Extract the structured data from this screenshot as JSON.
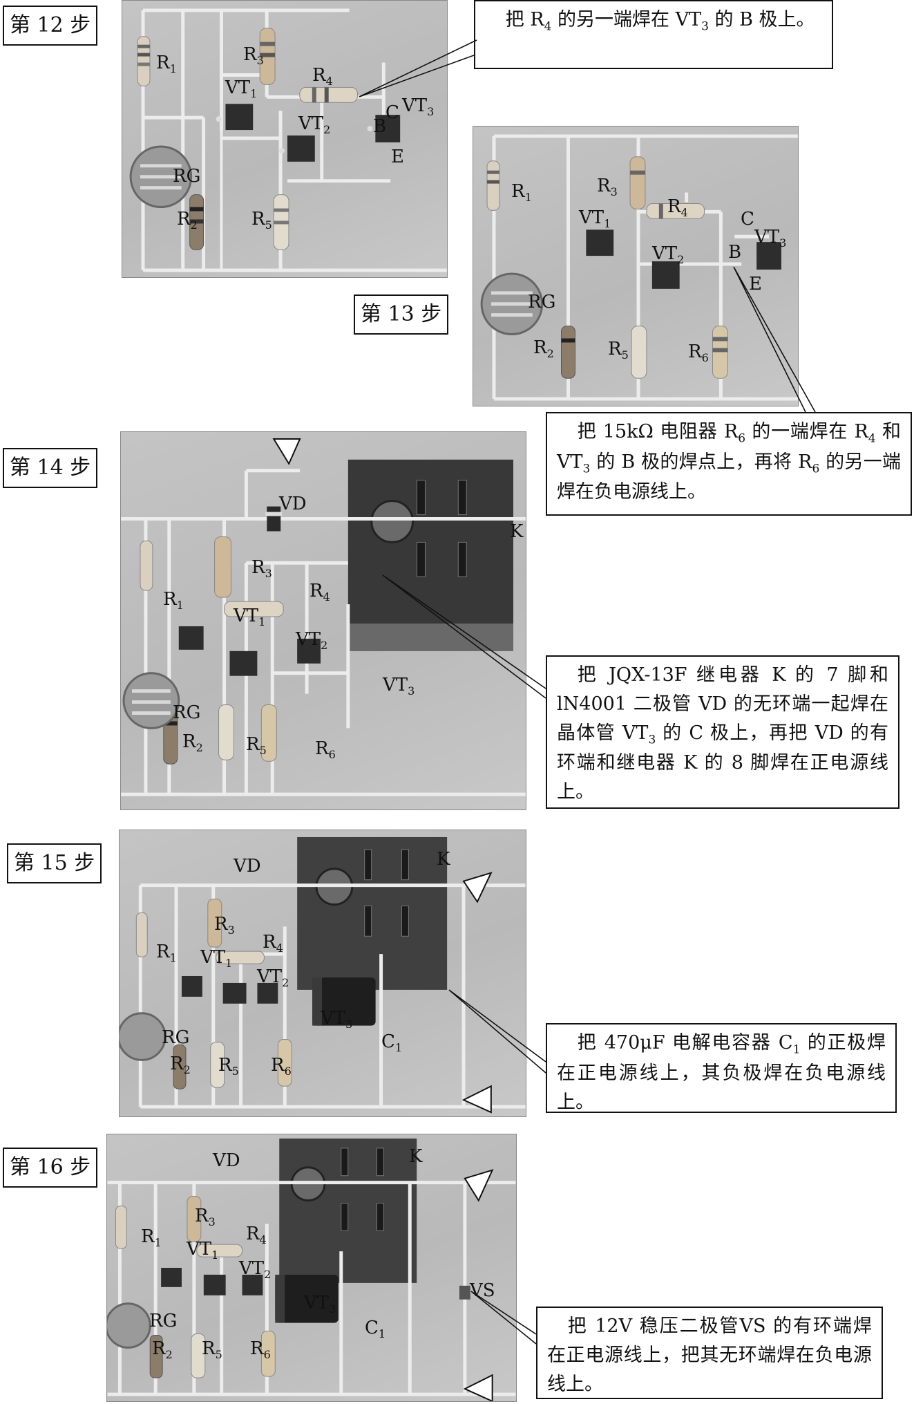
{
  "steps": {
    "s12": "第 12 步",
    "s13": "第 13 步",
    "s14": "第 14 步",
    "s15": "第 15 步",
    "s16": "第 16 步"
  },
  "callouts": {
    "c12": {
      "a": "把 R",
      "a_sub": "4",
      "b": " 的另一端焊在 VT",
      "b_sub": "3",
      "c": " 的 B 极上。"
    },
    "c13": {
      "a": "把 15kΩ 电阻器 R",
      "a_sub": "6",
      "b": " 的一端焊在 R",
      "b_sub": "4",
      "c": " 和 VT",
      "c_sub": "3",
      "d": " 的 B 极的焊点上，再将 R",
      "d_sub": "6",
      "e": " 的另一端焊在负电源线上。"
    },
    "c14": "把 JQX-13F 继电器 K 的 7 脚和 lN4001 二极管 VD 的无环端一起焊在晶体管 VT3 的 C 极上，再把 VD 的有环端和继电器 K 的 8 脚焊在正电源线上。",
    "c14_parts": {
      "a": "把 JQX-13F 继电器 K 的 7 脚和 lN4001 二极管 VD 的无环端一起焊在晶体管 VT",
      "a_sub": "3",
      "b": " 的 C 极上，再把 VD 的有环端和继电器 K 的 8 脚焊在正电源线上。"
    },
    "c15": {
      "a": "把 470μF 电解电容器 C",
      "a_sub": "1",
      "b": " 的正极焊在正电源线上，其负极焊在负电源线上。"
    },
    "c16": "把 12V 稳压二极管VS 的有环端焊在正电源线上，把其无环端焊在负电源线上。"
  },
  "labels": {
    "R": "R",
    "VT": "VT",
    "RG": "RG",
    "VD": "VD",
    "K": "K",
    "C": "C",
    "B": "B",
    "E": "E",
    "VS": "VS",
    "n1": "1",
    "n2": "2",
    "n3": "3",
    "n4": "4",
    "n5": "5",
    "n6": "6"
  },
  "colors": {
    "photo_bg": "#bfbfbf",
    "wire": "#e8e8e8",
    "relay": "#3a3a3a",
    "cap": "#1e1e1e"
  }
}
